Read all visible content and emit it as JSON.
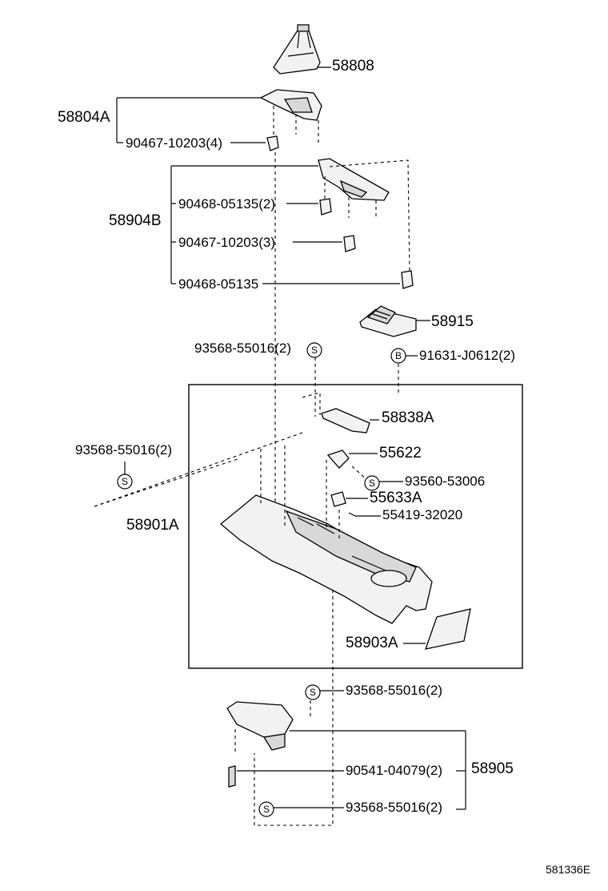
{
  "labels": {
    "p58808": "58808",
    "p58804A": "58804A",
    "p90467_10203_4": "90467-10203(4)",
    "p58904B": "58904B",
    "p90468_05135_2": "90468-05135(2)",
    "p90467_10203_3": "90467-10203(3)",
    "p90468_05135": "90468-05135",
    "p58915": "58915",
    "p93568_55016_2_a": "93568-55016(2)",
    "p91631_J0612_2": "91631-J0612(2)",
    "p58838A": "58838A",
    "p93568_55016_2_b": "93568-55016(2)",
    "p55622": "55622",
    "p93560_53006": "93560-53006",
    "p55633A": "55633A",
    "p58901A": "58901A",
    "p55419_32020": "55419-32020",
    "p58903A": "58903A",
    "p93568_55016_2_c": "93568-55016(2)",
    "p90541_04079_2": "90541-04079(2)",
    "p58905": "58905",
    "p93568_55016_2_d": "93568-55016(2)",
    "diagram_code": "581336E"
  },
  "symbols": {
    "screw": "S",
    "bolt": "B"
  }
}
